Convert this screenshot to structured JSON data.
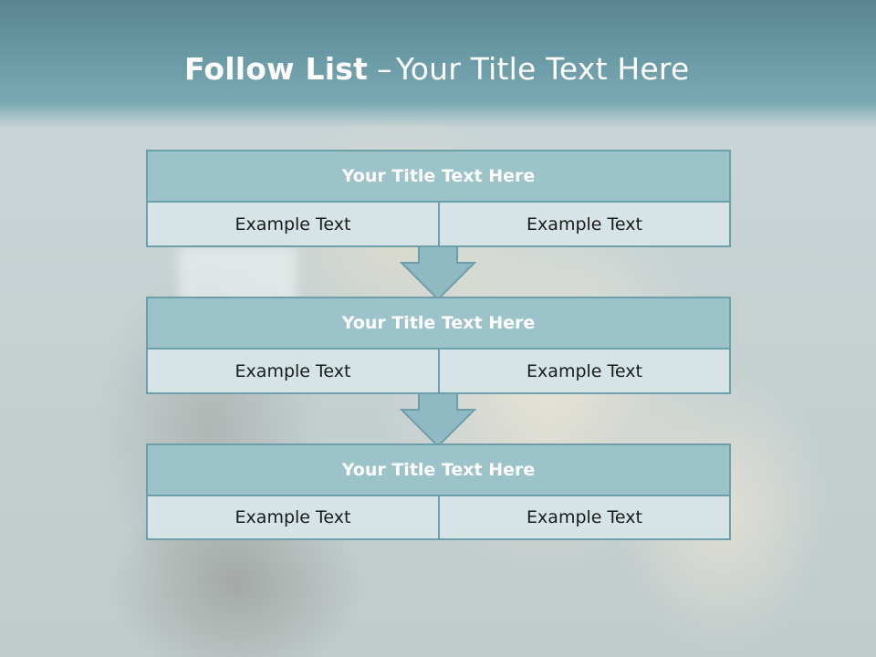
{
  "slide": {
    "title_bold": "Follow List",
    "title_separator": "–",
    "title_rest": "Your Title Text Here"
  },
  "blocks": [
    {
      "title": "Your Title Text Here",
      "left_text": "Example Text",
      "right_text": "Example Text"
    },
    {
      "title": "Your Title Text Here",
      "left_text": "Example Text",
      "right_text": "Example Text"
    },
    {
      "title": "Your Title Text Here",
      "left_text": "Example Text",
      "right_text": "Example Text"
    }
  ],
  "colors": {
    "header": "#6a9aa5",
    "title_fill": "#9cc2ca",
    "cell_fill": "#d6e4e7",
    "border": "#6d9fab",
    "arrow_fill": "#8fb9c3"
  },
  "icons": {
    "connector": "down-arrow-icon"
  }
}
